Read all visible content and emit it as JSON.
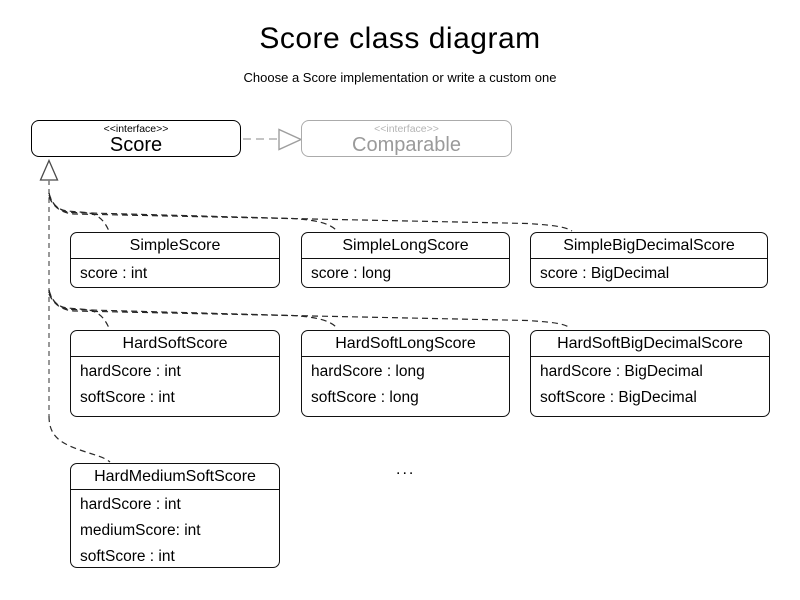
{
  "title": "Score class diagram",
  "subtitle": "Choose a Score implementation or write a custom one",
  "interfaces": {
    "score": {
      "stereotype": "<<interface>>",
      "name": "Score"
    },
    "comparable": {
      "stereotype": "<<interface>>",
      "name": "Comparable"
    }
  },
  "classes": [
    {
      "name": "SimpleScore",
      "attributes": [
        "score : int"
      ]
    },
    {
      "name": "SimpleLongScore",
      "attributes": [
        "score : long"
      ]
    },
    {
      "name": "SimpleBigDecimalScore",
      "attributes": [
        "score : BigDecimal"
      ]
    },
    {
      "name": "HardSoftScore",
      "attributes": [
        "hardScore : int",
        "softScore : int"
      ]
    },
    {
      "name": "HardSoftLongScore",
      "attributes": [
        "hardScore : long",
        "softScore : long"
      ]
    },
    {
      "name": "HardSoftBigDecimalScore",
      "attributes": [
        "hardScore : BigDecimal",
        "softScore : BigDecimal"
      ]
    },
    {
      "name": "HardMediumSoftScore",
      "attributes": [
        "hardScore : int",
        "mediumScore: int",
        "softScore : int"
      ]
    }
  ],
  "ellipsis": "...",
  "colors": {
    "muted_text": "#9a9a9a",
    "muted_border": "#ababab",
    "connector_gray": "#7f7f7f",
    "connector_dark": "#262626"
  }
}
